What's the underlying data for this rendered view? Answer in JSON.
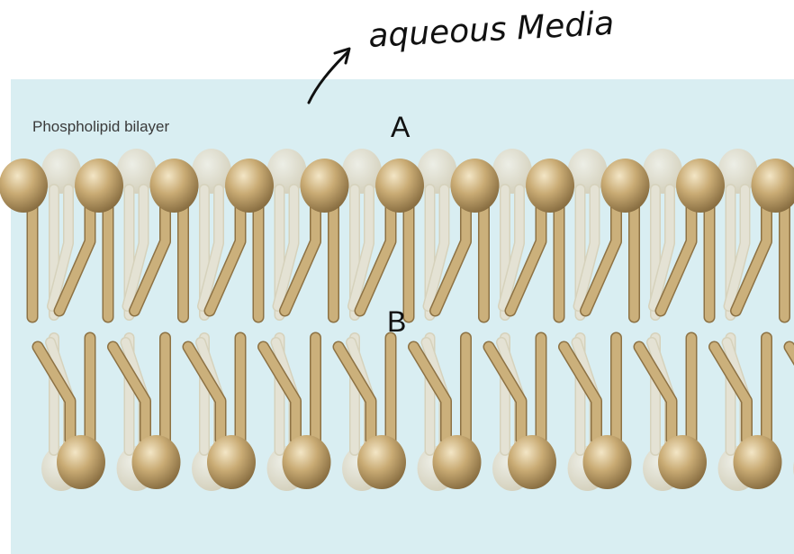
{
  "annotation": {
    "text": "aqueous Media"
  },
  "diagram": {
    "title": "Phospholipid bilayer",
    "label_a": "A",
    "label_b": "B"
  },
  "colors": {
    "water": "#d9eef2",
    "head_light": "#ecdcb8",
    "head_mid": "#c4a672",
    "head_dark": "#8e7242",
    "tail": "#c8ad78",
    "tail_edge": "#9b7f4c",
    "ghost": "#e6ddc8"
  }
}
